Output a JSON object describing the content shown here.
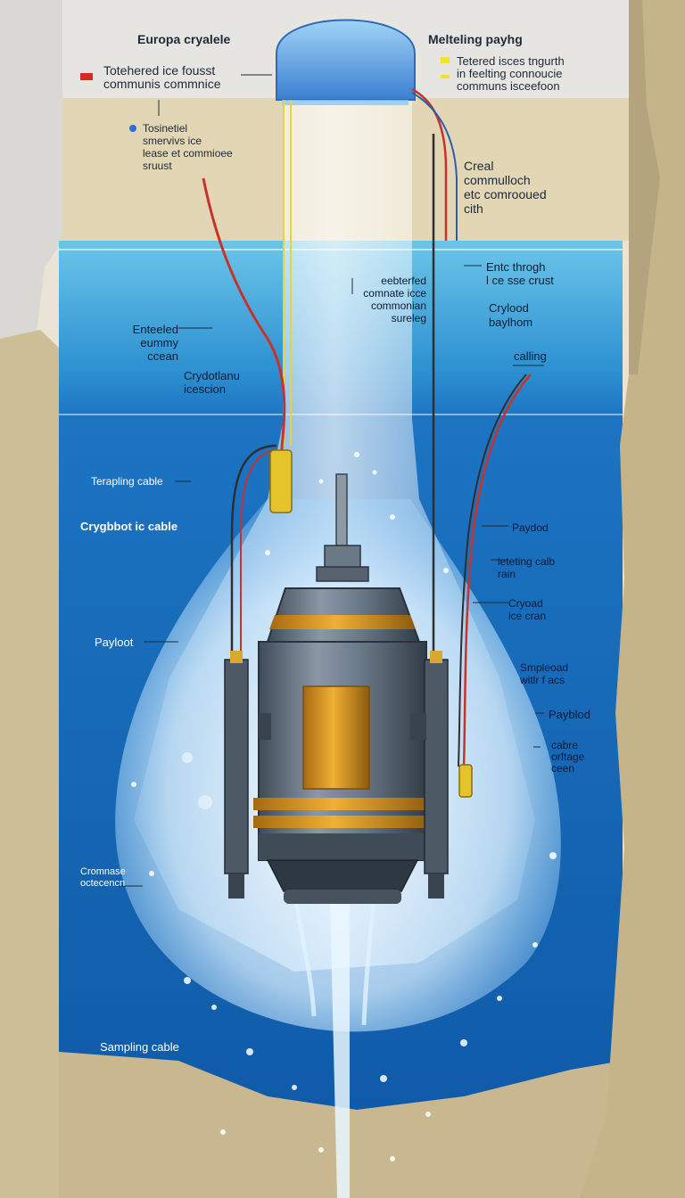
{
  "labels": {
    "top_left_title": "Europa cryalele",
    "top_right_title": "Melteling payhg",
    "legend_left": "Totehered ice fousst\ncommunis commnice",
    "legend_right": "Tetered isces tngurth\nin feelting connoucie\ncommuns isceefoon",
    "left_note": "Tosinetiel\nsmervivs ice\nlease et commioee\nsruust",
    "right_note": "Creal\ncommulloch\netc comrooued\ncith",
    "center_note": "eebterfed\ncomnate icce\ncommonian\nsureleg",
    "enter_through": "Entc throgh\nl ce sse crust",
    "cryolood": "Crylood\nbaylhom",
    "calling": "calling",
    "entered_ocean": "Enteeled\neummy\nccean",
    "cryodtoma": "Crydotlanu\nicescion",
    "terapling": "Terapling cable",
    "crygbbotic": "Crygbbot ic cable",
    "payloot": "Payloot",
    "paydod": "Paydod",
    "leteting": "leteting calb\nrain",
    "cryoad": "Cryoad\nice cran",
    "smpleoad": "Smpleoad\nwitlr f acs",
    "payblod": "Payblod",
    "cabre": "cabre\norftage\nceen",
    "cromnase": "Cromnase\noctecencn",
    "sampling": "Sampling cable"
  },
  "colors": {
    "ice_surface": "#e8e8e4",
    "ice_crust": "#e3d7b5",
    "ocean_light": "#4fb0dc",
    "ocean_deep": "#1565b0",
    "rock": "#cdbf9c",
    "probe_steel": "#5e6e7d",
    "probe_gold": "#d99a22",
    "cable_red": "#c7332a",
    "cable_yellow": "#e3d63a",
    "legend_red": "#d62b22",
    "legend_yellow": "#f2e12f",
    "legend_blue": "#2a6ee0"
  },
  "icons": [
    "probe-icon",
    "cryobot-dome-icon",
    "meltwater-plume-icon"
  ]
}
